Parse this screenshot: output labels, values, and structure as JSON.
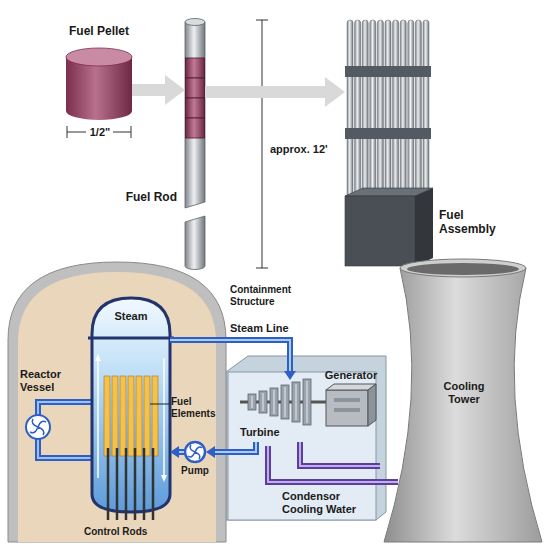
{
  "diagram": {
    "nodes": [
      {
        "text": [
          "Fuel Pellet"
        ]
      },
      {
        "text": [
          "Fuel Rod"
        ]
      },
      {
        "text": [
          "Fuel Assembly"
        ]
      },
      {
        "text": [
          "Containment Structure"
        ]
      },
      {
        "text": [
          "Reactor Vessel",
          "Steam"
        ],
        "in": 3
      },
      {
        "text": [
          "Pump"
        ],
        "in": 3
      },
      {
        "text": [
          "Turbine"
        ]
      },
      {
        "text": [
          "Generator"
        ]
      },
      {
        "text": [
          "Cooling Tower"
        ]
      }
    ],
    "edges": [
      {
        "from": 0,
        "to": 1,
        "arrow": "to"
      },
      {
        "from": 1,
        "to": 2,
        "arrow": "to"
      },
      {
        "from": 4,
        "to": 6,
        "label": "Steam Line",
        "arrow": "to"
      },
      {
        "from": 6,
        "to": 5,
        "arrow": "to"
      },
      {
        "from": 5,
        "to": 4,
        "arrow": "to"
      },
      {
        "from": 6,
        "to": 8,
        "label": "Condensor Cooling Water",
        "arrow": "none"
      }
    ],
    "labels": [
      "1/2\"",
      "approx. 12'",
      "Fuel Elements",
      "Control Rods"
    ]
  }
}
